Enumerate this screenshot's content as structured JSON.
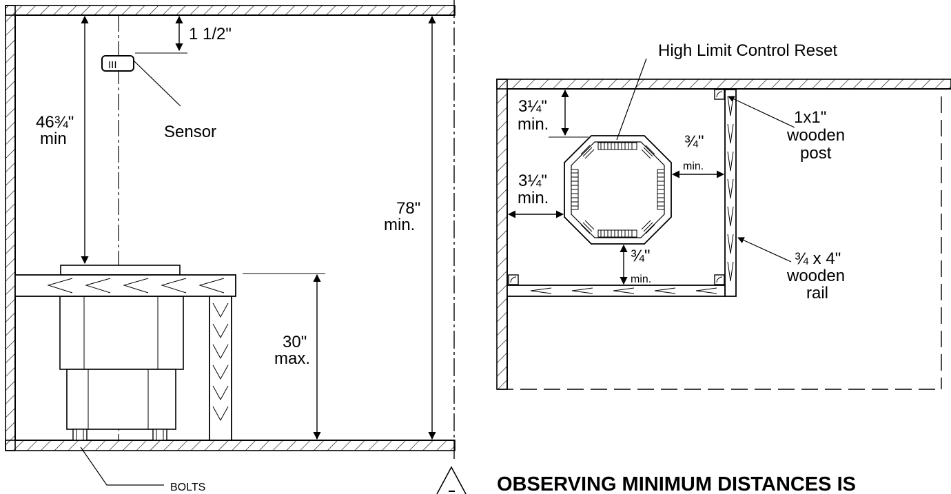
{
  "side_view": {
    "sensor_gap": "1 1/2\"",
    "sensor_label": "Sensor",
    "sensor_glyph": "III",
    "heater_clearance_value": "46¾\"",
    "heater_clearance_unit": "min",
    "ceiling_height_value": "78\"",
    "ceiling_height_unit": "min.",
    "bench_height_value": "30\"",
    "bench_height_unit": "max.",
    "bolts_label": "BOLTS"
  },
  "top_view": {
    "reset_label": "High Limit Control Reset",
    "rear_clearance_value": "3¼\"",
    "rear_clearance_unit": "min.",
    "side_clearance_value": "3¼\"",
    "side_clearance_unit": "min.",
    "rail_clearance_value": "¾\"",
    "rail_clearance_unit": "min.",
    "front_clearance_value": "¾\"",
    "front_clearance_unit": "min.",
    "post_label_1": "1x1\"",
    "post_label_2": "wooden",
    "post_label_3": "post",
    "rail_label_1": "¾ x 4\"",
    "rail_label_2": "wooden",
    "rail_label_3": "rail"
  },
  "warning_text": "OBSERVING MINIMUM DISTANCES IS",
  "warning_icon": "caution-triangle-icon"
}
